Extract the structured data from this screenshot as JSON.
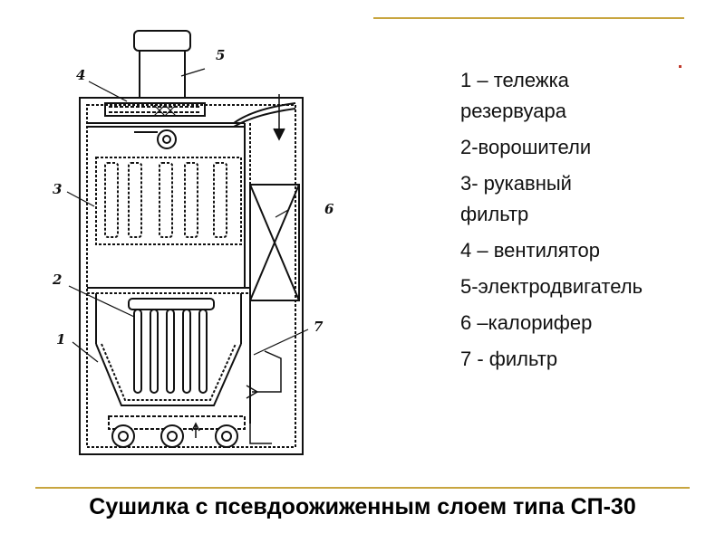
{
  "legend": {
    "items": [
      "1 –  тележка\nрезервуара",
      "2-ворошители",
      "3- рукавный\nфильтр",
      "4 – вентилятор",
      "5-электродвигатель",
      "6 –калорифер",
      "7 - фильтр"
    ]
  },
  "diagram": {
    "callouts": [
      "1",
      "2",
      "3",
      "4",
      "5",
      "6",
      "7"
    ]
  },
  "footer": {
    "title": "Сушилка с псевдоожиженным слоем типа СП-30"
  },
  "colors": {
    "rule": "#c8a53f",
    "accent_dot": "#c0392b",
    "ink": "#111111"
  }
}
